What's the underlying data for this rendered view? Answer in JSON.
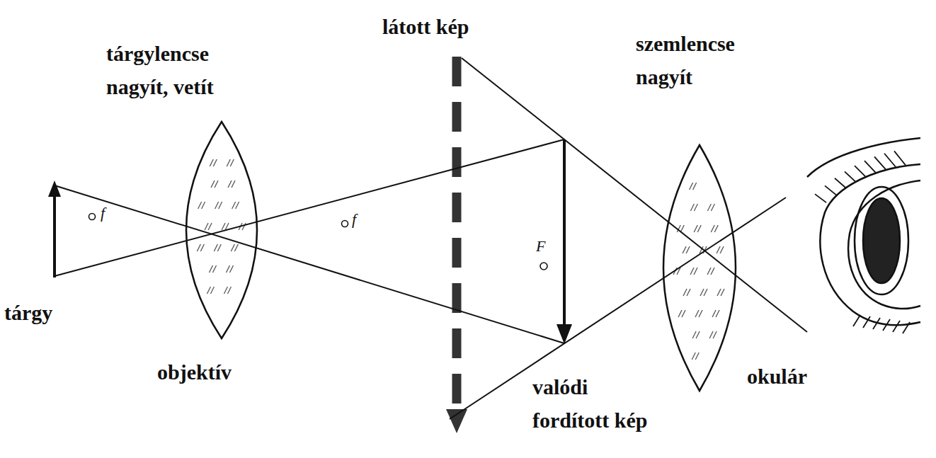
{
  "diagram": {
    "labels": [
      "tárgylencse nagyít, vetít",
      "látott kép",
      "szemlencse nagyít",
      "f",
      "f",
      "F",
      "tárgy",
      "objektív",
      "okulár",
      "valódi fordított kép"
    ]
  }
}
